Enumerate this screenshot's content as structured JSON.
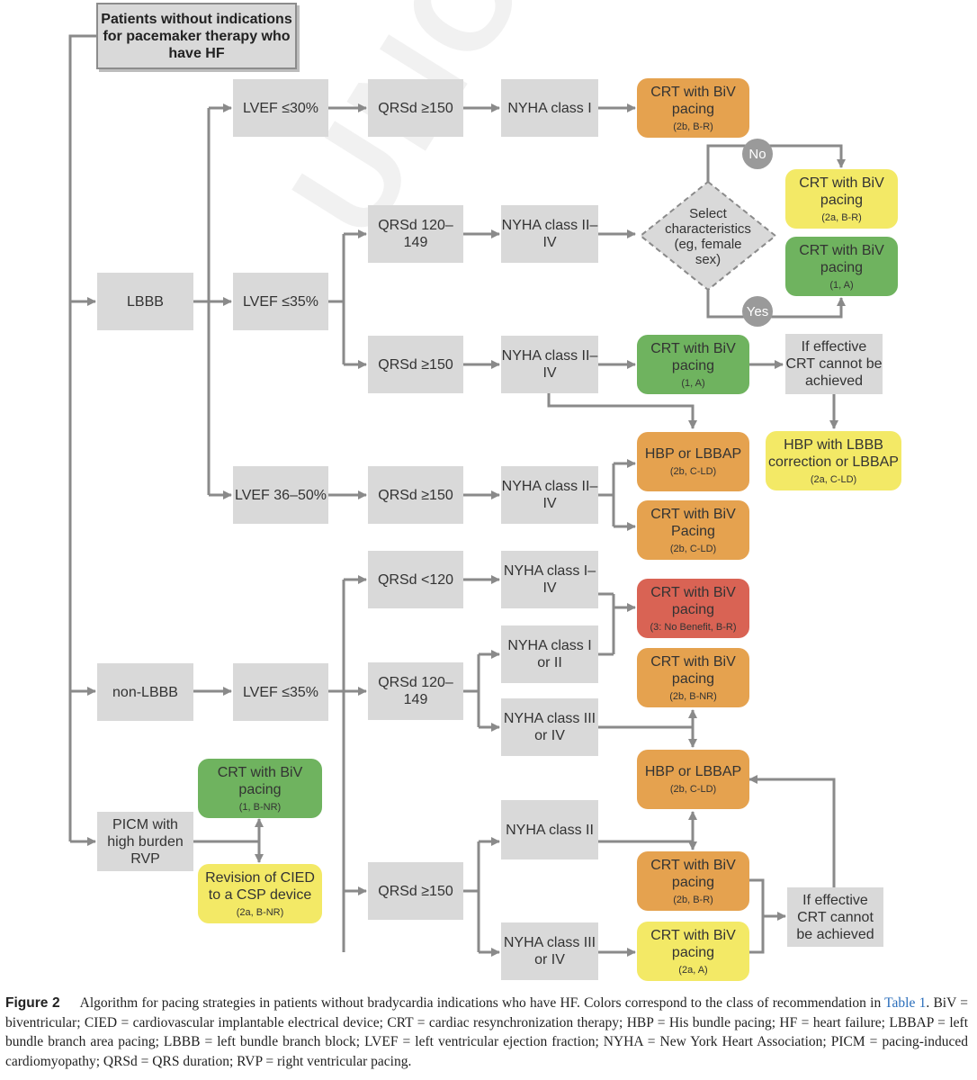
{
  "watermark": "UNCORRECTED PROOF",
  "title": "Patients without indications for pacemaker therapy who have HF",
  "nodes": {
    "lbbb": "LBBB",
    "non_lbbb": "non-LBBB",
    "picm": "PICM with high burden RVP",
    "lvef30": "LVEF ≤30%",
    "lvef35": "LVEF ≤35%",
    "lvef36": "LVEF 36–50%",
    "lvef35_non": "LVEF ≤35%",
    "qrs150_a": "QRSd ≥150",
    "qrs120_a": "QRSd 120–149",
    "qrs150_b": "QRSd ≥150",
    "qrs150_c": "QRSd ≥150",
    "qrs_lt120": "QRSd <120",
    "qrs120_b": "QRSd 120–149",
    "qrs150_d": "QRSd ≥150",
    "nyha_i": "NYHA class I",
    "nyha_2_4_a": "NYHA class II– IV",
    "nyha_2_4_b": "NYHA class II– IV",
    "nyha_2_4_c": "NYHA class II– IV",
    "nyha_1_4": "NYHA class I– IV",
    "nyha_1_2": "NYHA class I or II",
    "nyha_3_4_a": "NYHA class III or IV",
    "nyha_2": "NYHA class II",
    "nyha_3_4_b": "NYHA class III or IV",
    "diamond": "Select characteristics (eg, female sex)",
    "no": "No",
    "yes": "Yes",
    "if_effective_a": "If effective CRT cannot be achieved",
    "if_effective_b": "If effective CRT cannot be achieved"
  },
  "recs": {
    "r1": {
      "title": "CRT with BiV pacing",
      "cls": "(2b, B-R)",
      "color": "#e5a24f"
    },
    "r2": {
      "title": "CRT with BiV pacing",
      "cls": "(2a, B-R)",
      "color": "#f3e966"
    },
    "r3": {
      "title": "CRT with BiV pacing",
      "cls": "(1, A)",
      "color": "#6fb35f"
    },
    "r4": {
      "title": "CRT with BiV pacing",
      "cls": "(1, A)",
      "color": "#6fb35f"
    },
    "r5": {
      "title": "HBP with LBBB correction or LBBAP",
      "cls": "(2a, C-LD)",
      "color": "#f3e966"
    },
    "r6": {
      "title": "HBP or LBBAP",
      "cls": "(2b, C-LD)",
      "color": "#e5a24f"
    },
    "r7": {
      "title": "CRT with BiV Pacing",
      "cls": "(2b, C-LD)",
      "color": "#e5a24f"
    },
    "r8": {
      "title": "CRT with BiV pacing",
      "cls": "(3: No Benefit, B-R)",
      "color": "#d96354"
    },
    "r9": {
      "title": "CRT with BiV pacing",
      "cls": "(2b, B-NR)",
      "color": "#e5a24f"
    },
    "r10": {
      "title": "HBP or LBBAP",
      "cls": "(2b, C-LD)",
      "color": "#e5a24f"
    },
    "r11": {
      "title": "CRT with BiV pacing",
      "cls": "(2b, B-R)",
      "color": "#e5a24f"
    },
    "r12": {
      "title": "CRT with BiV pacing",
      "cls": "(2a, A)",
      "color": "#f3e966"
    },
    "r13": {
      "title": "CRT with BiV pacing",
      "cls": "(1, B-NR)",
      "color": "#6fb35f"
    },
    "r14": {
      "title": "Revision of CIED to a CSP device",
      "cls": "(2a, B-NR)",
      "color": "#f3e966"
    }
  },
  "caption": {
    "label": "Figure 2",
    "text_before": "Algorithm for pacing strategies in patients without bradycardia indications who have HF. Colors correspond to the class of recommendation in ",
    "link": "Table 1",
    "text_after": ". BiV = biventricular; CIED = cardiovascular implantable electrical device; CRT = cardiac resynchronization therapy; HBP = His bundle pacing; HF = heart failure; LBBAP = left bundle branch area pacing; LBBB = left bundle branch block; LVEF = left ventricular ejection fraction; NYHA = New York Heart Association; PICM = pacing-induced cardiomyopathy; QRSd = QRS duration; RVP = right ventricular pacing."
  }
}
